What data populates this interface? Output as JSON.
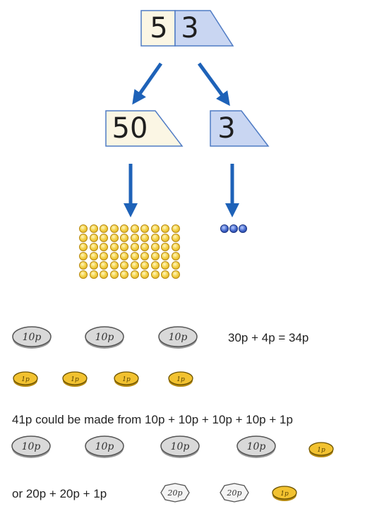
{
  "top_number": {
    "tens_digit": "5",
    "ones_digit": "3"
  },
  "split": {
    "tens_value": "50",
    "ones_value": "3"
  },
  "colors": {
    "tens_card": "#fbf6e4",
    "ones_card": "#c9d6f2",
    "arrow": "#1e62b8",
    "bead_tens": "#f4d34a",
    "bead_ones": "#3f63c9",
    "coin_silver": "#d9d9d9",
    "coin_gold": "#f2c230"
  },
  "beads": {
    "tens_rows": 6,
    "tens_per_row": 10,
    "ones_count": 3
  },
  "coin_labels": {
    "ten": "10p",
    "one": "1p",
    "twenty": "20p"
  },
  "equations": {
    "first": "30p + 4p = 34p",
    "second": "41p could be made from 10p + 10p + 10p + 10p + 1p",
    "third": "or 20p + 20p + 1p"
  },
  "coin_rows": {
    "row1": [
      "10p",
      "10p",
      "10p"
    ],
    "row2": [
      "1p",
      "1p",
      "1p",
      "1p"
    ],
    "row3": [
      "10p",
      "10p",
      "10p",
      "10p",
      "1p"
    ],
    "row4": [
      "20p",
      "20p",
      "1p"
    ]
  }
}
